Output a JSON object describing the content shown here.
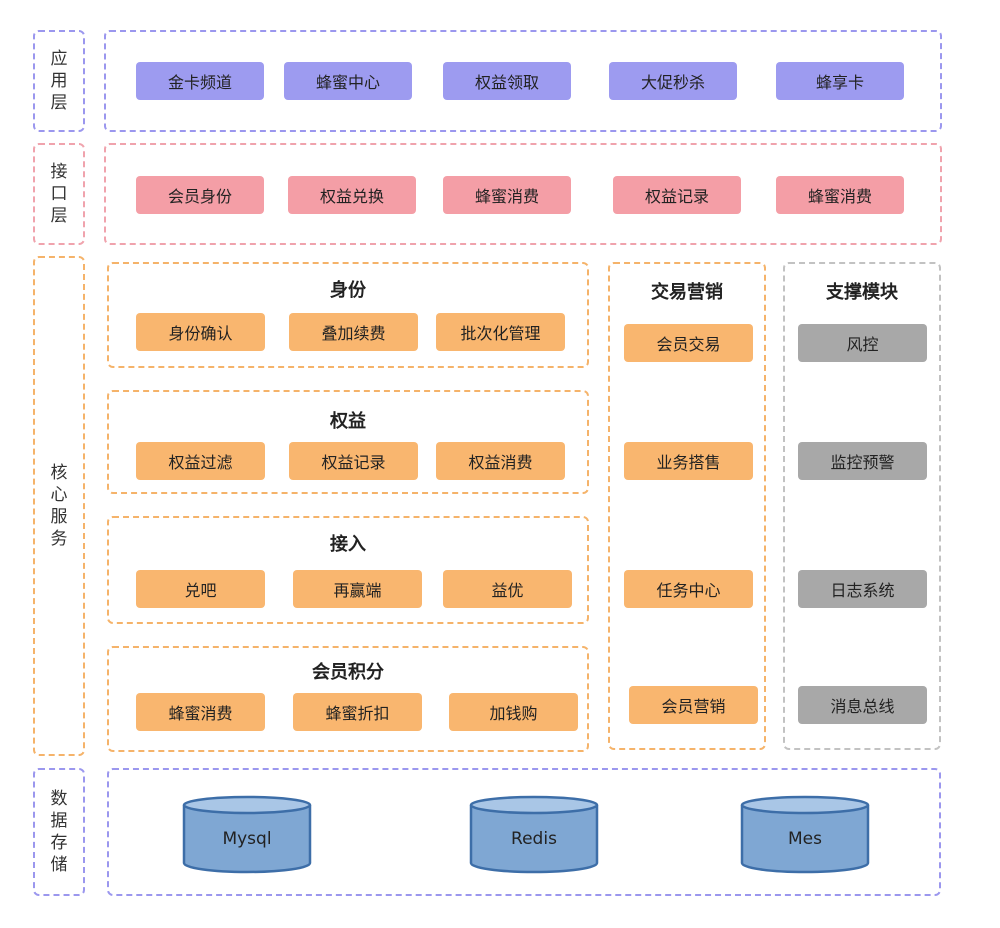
{
  "layers": {
    "app": "应用层",
    "interface": "接口层",
    "core": "核心服务",
    "storage": "数据存储"
  },
  "app_items": [
    "金卡频道",
    "蜂蜜中心",
    "权益领取",
    "大促秒杀",
    "蜂享卡"
  ],
  "interface_items": [
    "会员身份",
    "权益兑换",
    "蜂蜜消费",
    "权益记录",
    "蜂蜜消费"
  ],
  "core": {
    "identity": {
      "title": "身份",
      "items": [
        "身份确认",
        "叠加续费",
        "批次化管理"
      ]
    },
    "rights": {
      "title": "权益",
      "items": [
        "权益过滤",
        "权益记录",
        "权益消费"
      ]
    },
    "access": {
      "title": "接入",
      "items": [
        "兑吧",
        "再赢端",
        "益优"
      ]
    },
    "points": {
      "title": "会员积分",
      "items": [
        "蜂蜜消费",
        "蜂蜜折扣",
        "加钱购"
      ]
    },
    "trade": {
      "title": "交易营销",
      "items": [
        "会员交易",
        "业务搭售",
        "任务中心",
        "会员营销"
      ]
    },
    "support": {
      "title": "支撑模块",
      "items": [
        "风控",
        "监控预警",
        "日志系统",
        "消息总线"
      ]
    }
  },
  "storage_items": [
    "Mysql",
    "Redis",
    "Mes"
  ],
  "colors": {
    "purple": "#9d9bf0",
    "pink": "#f49ea6",
    "orange": "#f9b66f",
    "grey": "#a8a8a8",
    "db_fill": "#7fa7d3",
    "db_stroke": "#3d6ea8"
  }
}
